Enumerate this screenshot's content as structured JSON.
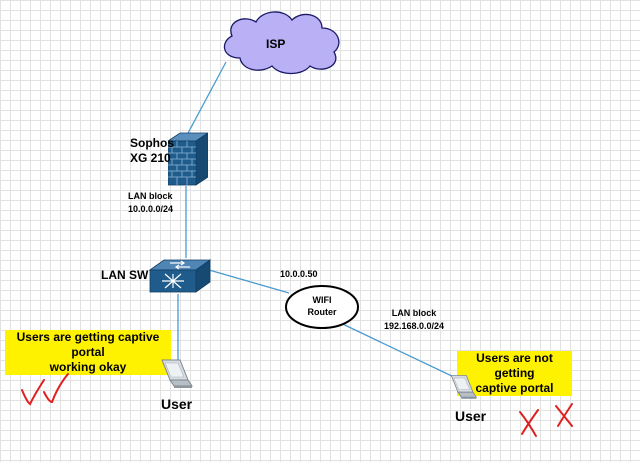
{
  "nodes": {
    "isp": {
      "label": "ISP"
    },
    "firewall": {
      "label_line1": "Sophos",
      "label_line2": "XG 210"
    },
    "lan_switch": {
      "label": "LAN SW"
    },
    "wifi_router": {
      "label_line1": "WIFI",
      "label_line2": "Router"
    },
    "user_left": {
      "label": "User"
    },
    "user_right": {
      "label": "User"
    }
  },
  "links": {
    "firewall_switch": {
      "label_line1": "LAN block",
      "label_line2": "10.0.0.0/24"
    },
    "switch_router": {
      "label": "10.0.0.50"
    },
    "router_user": {
      "label_line1": "LAN block",
      "label_line2": "192.168.0.0/24"
    }
  },
  "notes": {
    "left": {
      "line1": "Users are getting captive portal",
      "line2": "working okay"
    },
    "right": {
      "line1": "Users are not getting",
      "line2": "captive portal"
    }
  },
  "colors": {
    "link": "#4a9bd0",
    "cloud": "#b9b0f5",
    "device": "#1f5c8c",
    "highlight": "#fff200",
    "annotation": "#e02020"
  }
}
